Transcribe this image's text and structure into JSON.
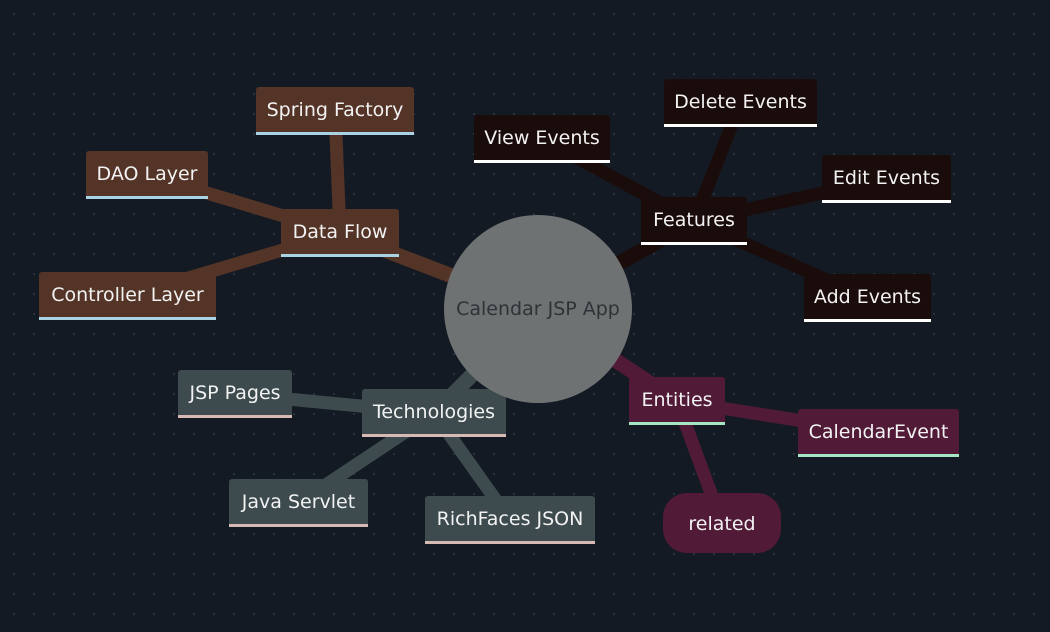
{
  "diagram": {
    "root": {
      "label": "Calendar JSP App",
      "color": "#6e7272"
    },
    "branches": [
      {
        "id": "data-flow",
        "label": "Data Flow",
        "color": "#533426",
        "underline": "#a9d2e4",
        "children": [
          {
            "id": "spring-factory",
            "label": "Spring Factory"
          },
          {
            "id": "dao-layer",
            "label": "DAO Layer"
          },
          {
            "id": "controller-layer",
            "label": "Controller Layer"
          }
        ]
      },
      {
        "id": "features",
        "label": "Features",
        "color": "#1b0c0c",
        "underline": "#ffffff",
        "children": [
          {
            "id": "view-events",
            "label": "View Events"
          },
          {
            "id": "delete-events",
            "label": "Delete Events"
          },
          {
            "id": "edit-events",
            "label": "Edit Events"
          },
          {
            "id": "add-events",
            "label": "Add Events"
          }
        ]
      },
      {
        "id": "technologies",
        "label": "Technologies",
        "color": "#3d4b4e",
        "underline": "#d8bab4",
        "children": [
          {
            "id": "jsp-pages",
            "label": "JSP Pages"
          },
          {
            "id": "java-servlet",
            "label": "Java Servlet"
          },
          {
            "id": "richfaces-json",
            "label": "RichFaces JSON"
          }
        ]
      },
      {
        "id": "entities",
        "label": "Entities",
        "color": "#511a37",
        "underline": "#a6e6c2",
        "children": [
          {
            "id": "calendarevent",
            "label": "CalendarEvent"
          },
          {
            "id": "related",
            "label": "related",
            "shape": "rounded"
          }
        ]
      }
    ]
  }
}
